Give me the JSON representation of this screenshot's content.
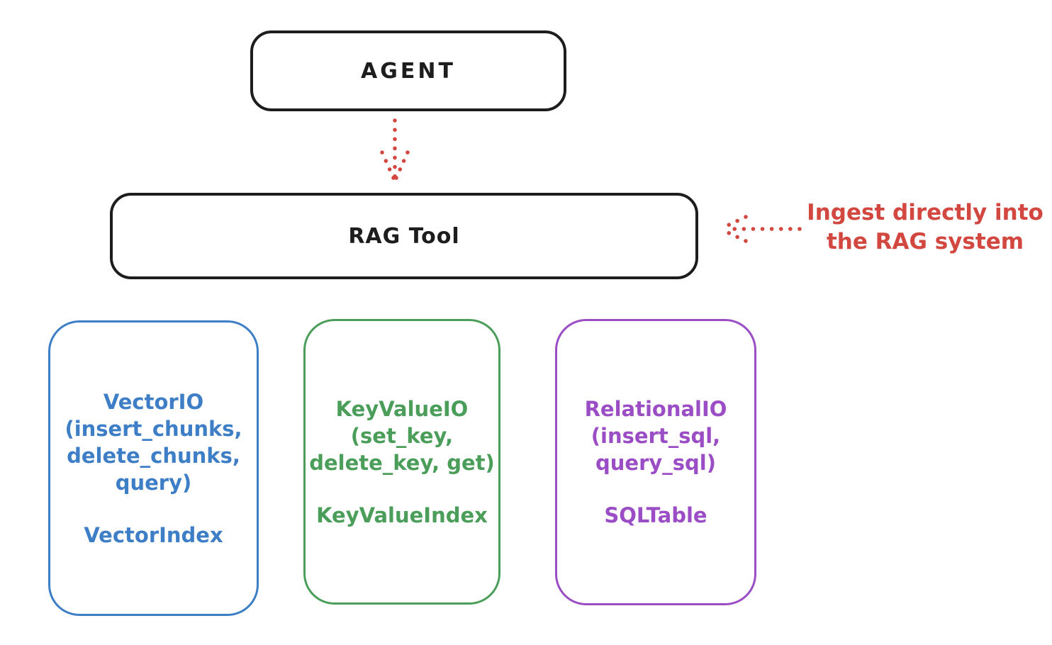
{
  "agent_box": {
    "label": "AGENT"
  },
  "rag_tool_box": {
    "label": "RAG Tool"
  },
  "annotation": {
    "line1": "Ingest directly into",
    "line2": "the RAG system",
    "color": "#d2473f"
  },
  "arrows": {
    "agent_to_rag": "dotted red arrow pointing down from AGENT to RAG Tool",
    "annotation_to_rag": "dotted red arrow pointing left from annotation to RAG Tool"
  },
  "io_boxes": [
    {
      "name": "vector-io",
      "color": "#3d7ec6",
      "lines": [
        "VectorIO",
        "(insert_chunks,",
        "delete_chunks,",
        "query)"
      ],
      "index_label": "VectorIndex"
    },
    {
      "name": "keyvalue-io",
      "color": "#4a9e59",
      "lines": [
        "KeyValueIO",
        "(set_key,",
        "delete_key, get)"
      ],
      "index_label": "KeyValueIndex"
    },
    {
      "name": "relational-io",
      "color": "#9b4dc5",
      "lines": [
        "RelationalIO",
        "(insert_sql,",
        "query_sql)"
      ],
      "index_label": "SQLTable"
    }
  ]
}
